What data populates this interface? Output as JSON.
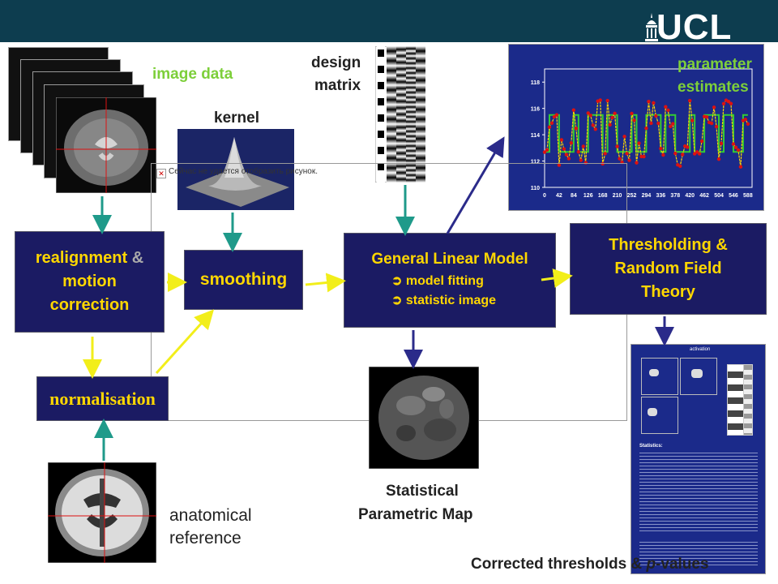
{
  "header": {
    "logo": "UCL"
  },
  "labels": {
    "image_data": "image data",
    "design_line1": "design",
    "design_line2": "matrix",
    "kernel": "kernel",
    "param_line1": "parameter",
    "param_line2": "estimates",
    "spm_line1": "Statistical",
    "spm_line2": "Parametric Map",
    "anat_line1": "anatomical",
    "anat_line2": "reference",
    "corrected_pre": "Corrected thresholds & ",
    "corrected_p": "p",
    "corrected_post": "-values",
    "broken_image": "Сейчас не удается отобразить рисунок."
  },
  "boxes": {
    "realign_l1": "realignment",
    "realign_amp": " &",
    "realign_l2": "motion",
    "realign_l3": "correction",
    "smoothing": "smoothing",
    "normalisation": "normalisation",
    "glm_title": "General Linear Model",
    "glm_item1": "model fitting",
    "glm_item2": "statistic image",
    "thresh_l1": "Thresholding &",
    "thresh_l2": "Random Field",
    "thresh_l3": "Theory"
  },
  "result_panel": {
    "title": "activation",
    "heading": "Statistics:"
  },
  "chart_data": {
    "type": "line",
    "x_ticks": [
      0,
      42,
      84,
      126,
      168,
      210,
      252,
      294,
      336,
      378,
      420,
      462,
      504,
      546,
      588
    ],
    "y_ticks": [
      110,
      112,
      114,
      116,
      118
    ],
    "xlim": [
      0,
      600
    ],
    "ylim": [
      110,
      119
    ],
    "series": [
      {
        "x": [
          0,
          14,
          14,
          42,
          42,
          84,
          84,
          98,
          98,
          126,
          126,
          168,
          168,
          182,
          182,
          210,
          210,
          252,
          252,
          266,
          266,
          294,
          294,
          336,
          336,
          350,
          350,
          378,
          378,
          420,
          420,
          434,
          434,
          462,
          462,
          504,
          504,
          518,
          518,
          546,
          546,
          574,
          574,
          588
        ],
        "values": [
          112.7,
          112.7,
          115.5,
          115.5,
          112.7,
          112.7,
          115.5,
          115.5,
          112.7,
          112.7,
          115.5,
          115.5,
          112.7,
          112.7,
          115.5,
          115.5,
          112.7,
          112.7,
          115.5,
          115.5,
          112.7,
          112.7,
          115.5,
          115.5,
          112.7,
          112.7,
          115.5,
          115.5,
          112.7,
          112.7,
          115.5,
          115.5,
          112.7,
          112.7,
          115.5,
          115.5,
          112.7,
          112.7,
          115.5,
          115.5,
          112.7,
          112.7,
          115.5,
          115.5
        ]
      }
    ],
    "colors": {
      "fit": "#33cc33",
      "data": "#ffd700",
      "points": "#dd1111"
    }
  }
}
